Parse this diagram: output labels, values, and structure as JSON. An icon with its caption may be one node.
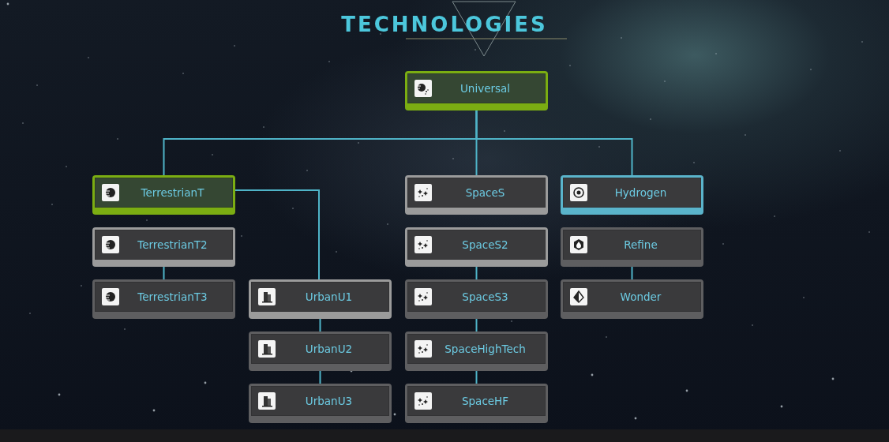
{
  "diagram": {
    "title": "TECHNOLOGIES",
    "nodes": [
      {
        "text": [
          "Universal"
        ]
      },
      {
        "text": [
          "TerrestrianT"
        ]
      },
      {
        "text": [
          "TerrestrianT2"
        ]
      },
      {
        "text": [
          "TerrestrianT3"
        ]
      },
      {
        "text": [
          "UrbanU1"
        ]
      },
      {
        "text": [
          "UrbanU2"
        ]
      },
      {
        "text": [
          "UrbanU3"
        ]
      },
      {
        "text": [
          "SpaceS"
        ]
      },
      {
        "text": [
          "SpaceS2"
        ]
      },
      {
        "text": [
          "SpaceS3"
        ]
      },
      {
        "text": [
          "SpaceHighTech"
        ]
      },
      {
        "text": [
          "SpaceHF"
        ]
      },
      {
        "text": [
          "Hydrogen"
        ]
      },
      {
        "text": [
          "Refine"
        ]
      },
      {
        "text": [
          "Wonder"
        ]
      }
    ],
    "edges": [
      {
        "from": 0,
        "to": 1,
        "arrow": "none"
      },
      {
        "from": 0,
        "to": 7,
        "arrow": "none"
      },
      {
        "from": 0,
        "to": 12,
        "arrow": "none"
      },
      {
        "from": 1,
        "to": 4,
        "arrow": "none"
      },
      {
        "from": 2,
        "to": 3,
        "arrow": "none"
      },
      {
        "from": 4,
        "to": 5,
        "arrow": "none"
      },
      {
        "from": 5,
        "to": 6,
        "arrow": "none"
      },
      {
        "from": 8,
        "to": 9,
        "arrow": "none"
      },
      {
        "from": 9,
        "to": 10,
        "arrow": "none"
      },
      {
        "from": 10,
        "to": 11,
        "arrow": "none"
      },
      {
        "from": 13,
        "to": 14,
        "arrow": "none"
      }
    ]
  }
}
